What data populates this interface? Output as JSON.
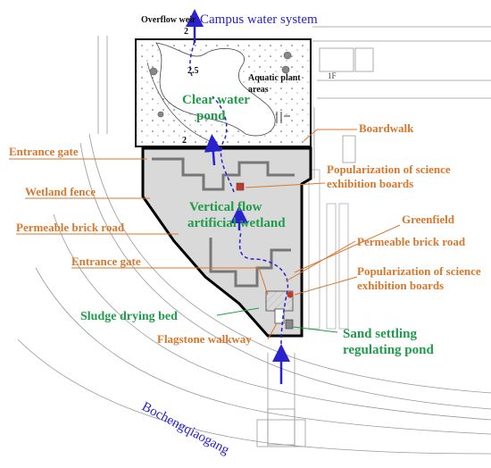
{
  "labels": {
    "overflow_weir": "Overflow weir",
    "campus_water_system": "Campus water system",
    "aquatic_plant_areas_1": "Aquatic plant",
    "aquatic_plant_areas_2": "areas",
    "clear_water_pond_1": "Clear water",
    "clear_water_pond_2": "pond",
    "boardwalk": "Boardwalk",
    "entrance_gate_top": "Entrance gate",
    "popularization_top_1": "Popularization of science",
    "popularization_top_2": "exhibition boards",
    "wetland_fence": "Wetland fence",
    "vertical_flow_1": "Vertical flow",
    "vertical_flow_2": "artificial wetland",
    "greenfield": "Greenfield",
    "permeable_brick_road_left": "Permeable brick road",
    "permeable_brick_road_right": "Permeable brick road",
    "entrance_gate_bottom": "Entrance gate",
    "popularization_bottom_1": "Popularization of science",
    "popularization_bottom_2": "exhibition boards",
    "sludge_drying_bed": "Sludge drying bed",
    "flagstone_walkway": "Flagstone walkway",
    "sand_settling_1": "Sand settling",
    "sand_settling_2": "regulating pond",
    "bochengqiaogang": "Bochengqiaogang",
    "mark_2_top": "2",
    "mark_2_5": "2.5",
    "mark_2_bottom": "2",
    "mark_1f": "1F"
  },
  "colors": {
    "annotation_orange": "#d9772c",
    "annotation_green": "#1f9c4a",
    "flow_blue": "#2a22cc",
    "wetland_fill": "#d9d9d9",
    "outline": "#000000"
  }
}
